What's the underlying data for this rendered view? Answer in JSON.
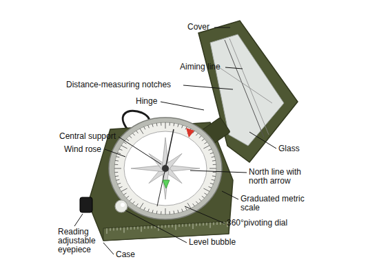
{
  "diagram": {
    "labels": [
      "Cover",
      "Aiming line",
      "Distance-measuring notches",
      "Hinge",
      "Glass",
      "Central support",
      "Wind rose",
      "North line with north arrow",
      "Graduated metric scale",
      "360°pivoting dial",
      "Reading adjustable eyepiece",
      "Level bubble",
      "Case"
    ]
  }
}
